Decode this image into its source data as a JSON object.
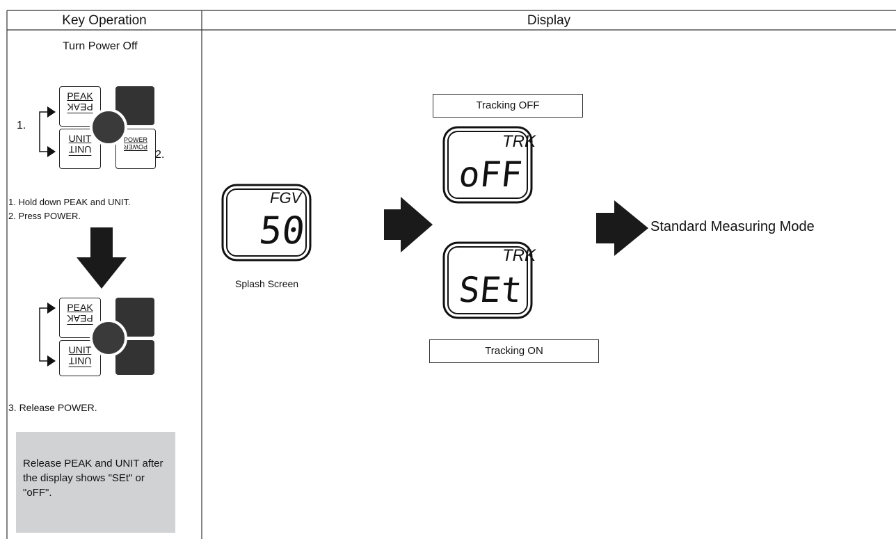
{
  "header": {
    "key_operation": "Key Operation",
    "display": "Display"
  },
  "left": {
    "turn_power_off": "Turn Power Off",
    "step1_marker": "1.",
    "step2_marker": "2.",
    "keys": {
      "peak": "PEAK",
      "unit": "UNIT",
      "power": "POWER"
    },
    "instruction_1": "1. Hold down PEAK and UNIT.",
    "instruction_2": "2. Press POWER.",
    "instruction_3": "3. Release POWER.",
    "note": "Release PEAK and UNIT after the display shows \"SEt\" or \"oFF\"."
  },
  "display": {
    "splash": {
      "top": "FGV",
      "bottom": "50",
      "caption": "Splash Screen"
    },
    "tracking_off": {
      "label": "Tracking OFF",
      "top": "TRK",
      "bottom": "oFF"
    },
    "tracking_on": {
      "label": "Tracking ON",
      "top": "TRK",
      "bottom": "SEt"
    },
    "result": "Standard Measuring Mode"
  },
  "colors": {
    "grid": "#333333",
    "arrow": "#1a1a1a",
    "note_bg": "#d1d2d4",
    "key_dark": "#333333"
  }
}
